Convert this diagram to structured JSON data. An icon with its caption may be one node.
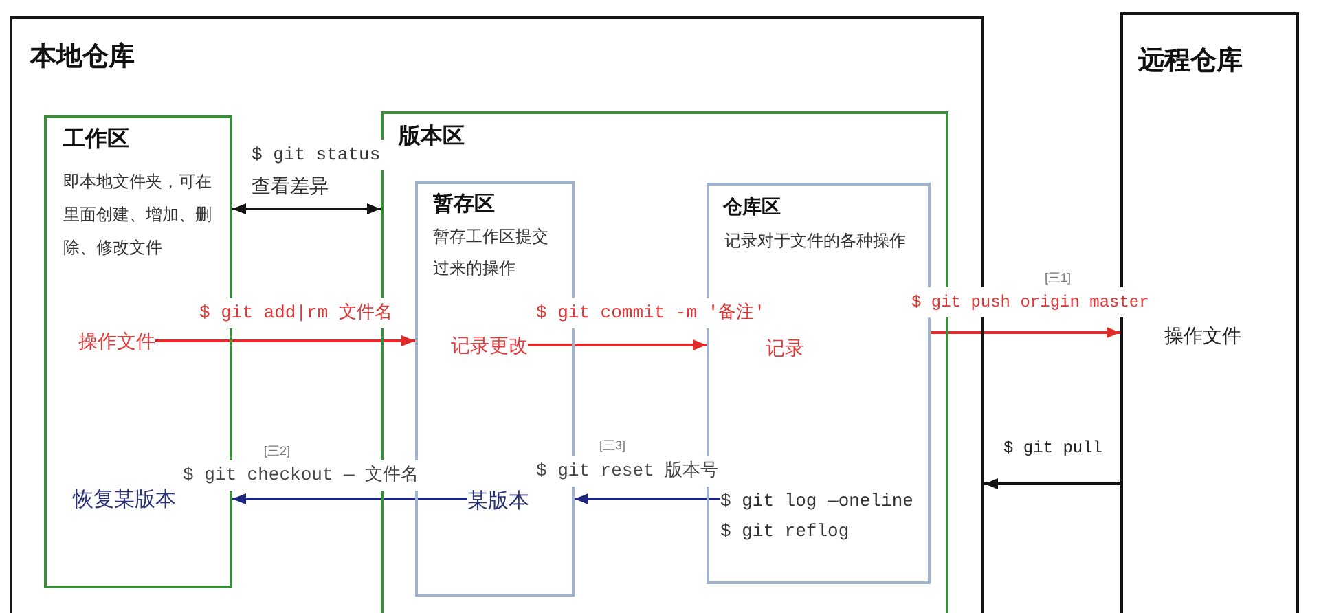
{
  "diagram": {
    "nodes": [
      {
        "text": [
          "本地仓库"
        ]
      },
      {
        "text": [
          "工作区",
          "即本地文件夹，可在里面创建、增加、删除、修改文件",
          "恢复某版本"
        ],
        "in": 0
      },
      {
        "text": [
          "操作文件"
        ],
        "in": 1
      },
      {
        "text": [
          "版本区"
        ],
        "in": 0
      },
      {
        "text": [
          "暂存区",
          "暂存工作区提交过来的操作"
        ],
        "in": 3
      },
      {
        "text": [
          "记录更改"
        ],
        "in": 4
      },
      {
        "text": [
          "某版本"
        ],
        "in": 4
      },
      {
        "text": [
          "仓库区",
          "记录对于文件的各种操作",
          "记录"
        ],
        "in": 3
      },
      {
        "text": [
          "$ git log —oneline",
          "$ git reflog"
        ],
        "in": 7
      },
      {
        "text": [
          "远程仓库",
          "操作文件"
        ]
      }
    ],
    "edges": [
      {
        "from": 1,
        "to": 3,
        "arrow": "both",
        "label": "$ git status",
        "color": "#111111"
      },
      {
        "from": 2,
        "to": 4,
        "arrow": "to",
        "label": "$ git add|rm 文件名",
        "color": "#e02b2b"
      },
      {
        "from": 5,
        "to": 7,
        "arrow": "to",
        "label": "$ git commit -m '备注'",
        "color": "#e02b2b"
      },
      {
        "from": 7,
        "to": 9,
        "arrow": "to",
        "label": "$ git push origin master",
        "color": "#e02b2b"
      },
      {
        "from": 9,
        "to": 0,
        "arrow": "to",
        "label": "$ git pull",
        "color": "#111111"
      },
      {
        "from": 8,
        "to": 4,
        "arrow": "to",
        "label": "$ git reset 版本号",
        "color": "#1c2680"
      },
      {
        "from": 6,
        "to": 1,
        "arrow": "to",
        "label": "$ git checkout — 文件名",
        "color": "#1c2680"
      }
    ],
    "labels": [
      "查看差异",
      "[三1]",
      "[三2]",
      "[三3]"
    ]
  }
}
